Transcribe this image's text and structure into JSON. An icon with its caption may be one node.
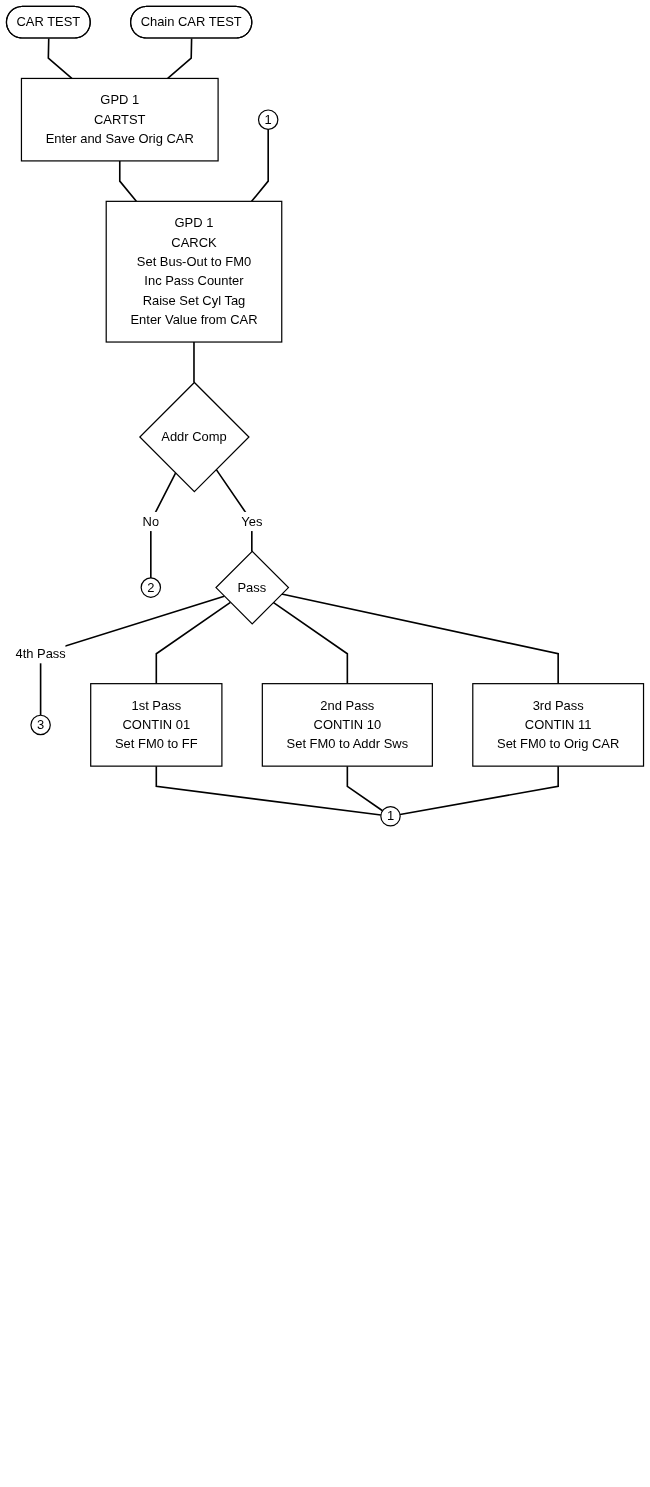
{
  "diagram": {
    "nodes": [
      {
        "text": [
          "CAR TEST"
        ]
      },
      {
        "text": [
          "Chain CAR TEST"
        ]
      },
      {
        "text": [
          "GPD 1",
          "CARTST",
          "Enter and Save Orig CAR"
        ]
      },
      {
        "text": [
          "1"
        ]
      },
      {
        "text": [
          "GPD 1",
          "CARCK",
          "Set Bus-Out to FM0",
          "Inc Pass Counter",
          "Raise Set Cyl Tag",
          "Enter Value from CAR"
        ]
      },
      {
        "text": [
          "Addr Comp"
        ]
      },
      {
        "text": [
          "2"
        ]
      },
      {
        "text": [
          "Pass"
        ]
      },
      {
        "text": [
          "3"
        ]
      },
      {
        "text": [
          "1st Pass",
          "CONTIN 01",
          "Set FM0 to FF"
        ]
      },
      {
        "text": [
          "2nd Pass",
          "CONTIN 10",
          "Set FM0 to Addr Sws"
        ]
      },
      {
        "text": [
          "3rd Pass",
          "CONTIN 11",
          "Set FM0 to Orig CAR"
        ]
      },
      {
        "text": [
          "1"
        ]
      }
    ],
    "edges": [
      {
        "from": 0,
        "to": 2,
        "arrow": "none"
      },
      {
        "from": 1,
        "to": 2,
        "arrow": "none"
      },
      {
        "from": 2,
        "to": 4,
        "arrow": "none"
      },
      {
        "from": 3,
        "to": 4,
        "arrow": "none"
      },
      {
        "from": 4,
        "to": 5,
        "arrow": "none"
      },
      {
        "from": 5,
        "to": 6,
        "label": "No",
        "arrow": "none"
      },
      {
        "from": 5,
        "to": 7,
        "label": "Yes",
        "arrow": "none"
      },
      {
        "from": 7,
        "to": 8,
        "label": "4th Pass",
        "arrow": "none"
      },
      {
        "from": 7,
        "to": 9,
        "arrow": "none"
      },
      {
        "from": 7,
        "to": 10,
        "arrow": "none"
      },
      {
        "from": 7,
        "to": 11,
        "arrow": "none"
      },
      {
        "from": 9,
        "to": 12,
        "arrow": "none"
      },
      {
        "from": 10,
        "to": 12,
        "arrow": "none"
      },
      {
        "from": 11,
        "to": 12,
        "arrow": "none"
      }
    ]
  }
}
